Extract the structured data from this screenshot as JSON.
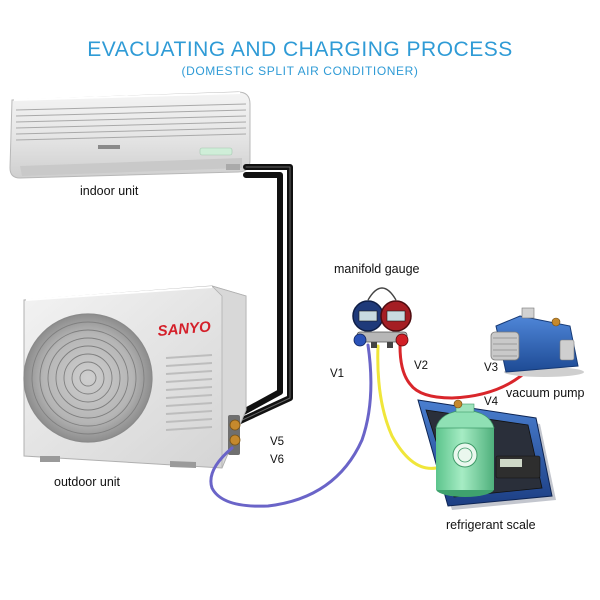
{
  "title": "EVACUATING AND CHARGING PROCESS",
  "subtitle": "(DOMESTIC SPLIT AIR CONDITIONER)",
  "brand": "SANYO",
  "labels": {
    "indoor_unit": "indoor unit",
    "outdoor_unit": "outdoor unit",
    "manifold_gauge": "manifold gauge",
    "vacuum_pump": "vacuum pump",
    "refrigerant_scale": "refrigerant scale"
  },
  "valves": {
    "v1": "V1",
    "v2": "V2",
    "v3": "V3",
    "v4": "V4",
    "v5": "V5",
    "v6": "V6"
  },
  "colors": {
    "title": "#2f9bd6",
    "low_side_hose": "#6a64c8",
    "high_side_hose": "#d9262b",
    "charge_hose": "#f0e63a",
    "pump_body": "#2b5fb4",
    "cylinder": "#7ed9a6"
  }
}
